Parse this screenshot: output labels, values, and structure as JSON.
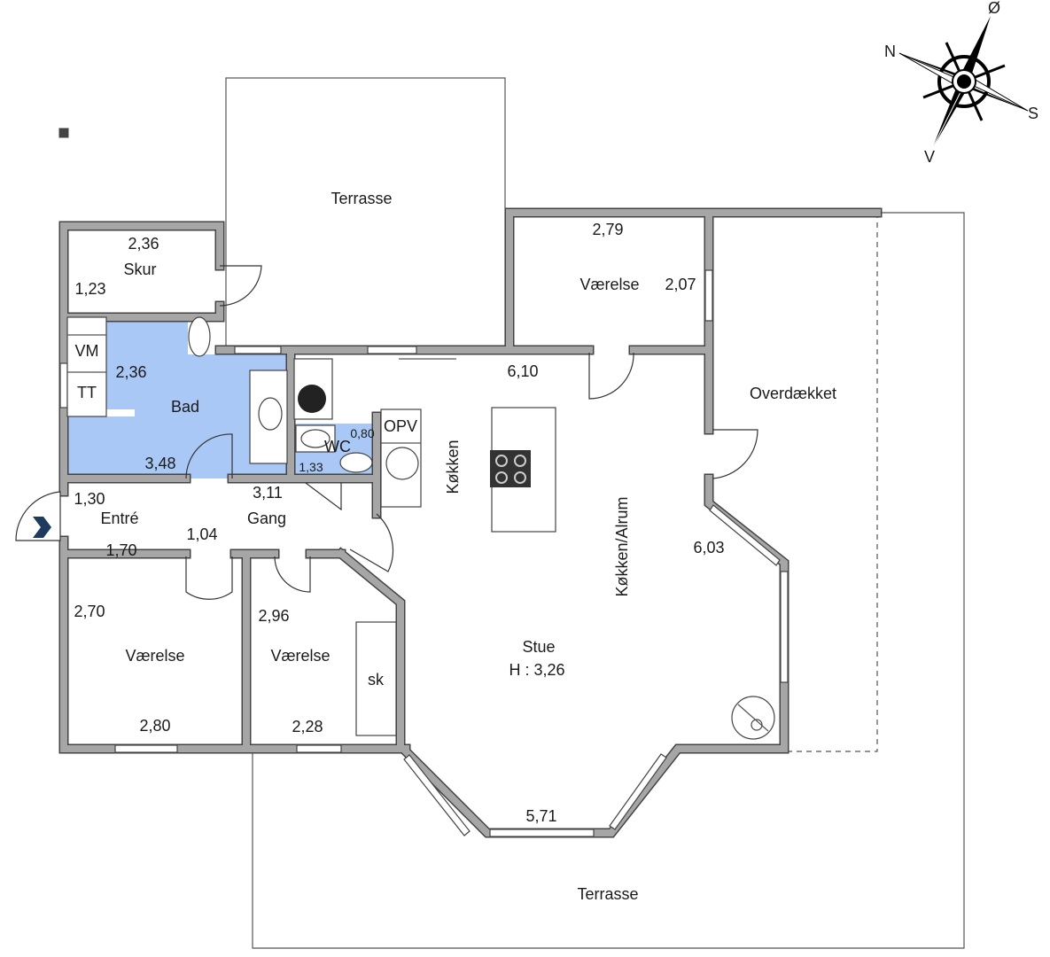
{
  "colors": {
    "wet_room": "#a9c8f5",
    "wall": "#a6a6a6",
    "entry_arrow": "#1f3a5f"
  },
  "compass": {
    "north": "N",
    "east": "Ø",
    "south": "S",
    "west": "V"
  },
  "rooms": {
    "terrasse_top": "Terrasse",
    "terrasse_bottom": "Terrasse",
    "skur": "Skur",
    "bad": "Bad",
    "wc": "WC",
    "opv": "OPV",
    "vm": "VM",
    "tt": "TT",
    "entre": "Entré",
    "gang": "Gang",
    "vaerelse_top": "Værelse",
    "vaerelse_left": "Værelse",
    "vaerelse_mid": "Værelse",
    "koekken": "Køkken",
    "koekken_alrum": "Køkken/Alrum",
    "stue": "Stue",
    "stue_height": "H : 3,26",
    "overdaekket": "Overdækket",
    "sk": "sk"
  },
  "dimensions": {
    "skur_w": "2,36",
    "skur_h": "1,23",
    "bad_h": "2,36",
    "bad_w": "3,48",
    "wc_w": "0,80",
    "wc_h": "1,33",
    "entre_h": "1,30",
    "entre_w": "1,70",
    "gang_w": "3,11",
    "gang_door": "1,04",
    "vaerelse_top_w": "2,79",
    "vaerelse_top_h": "2,07",
    "koekken_w": "6,10",
    "stue_h": "6,03",
    "stue_w": "5,71",
    "vaerelse_left_h": "2,70",
    "vaerelse_left_w": "2,80",
    "vaerelse_mid_h": "2,96",
    "vaerelse_mid_w": "2,28"
  }
}
